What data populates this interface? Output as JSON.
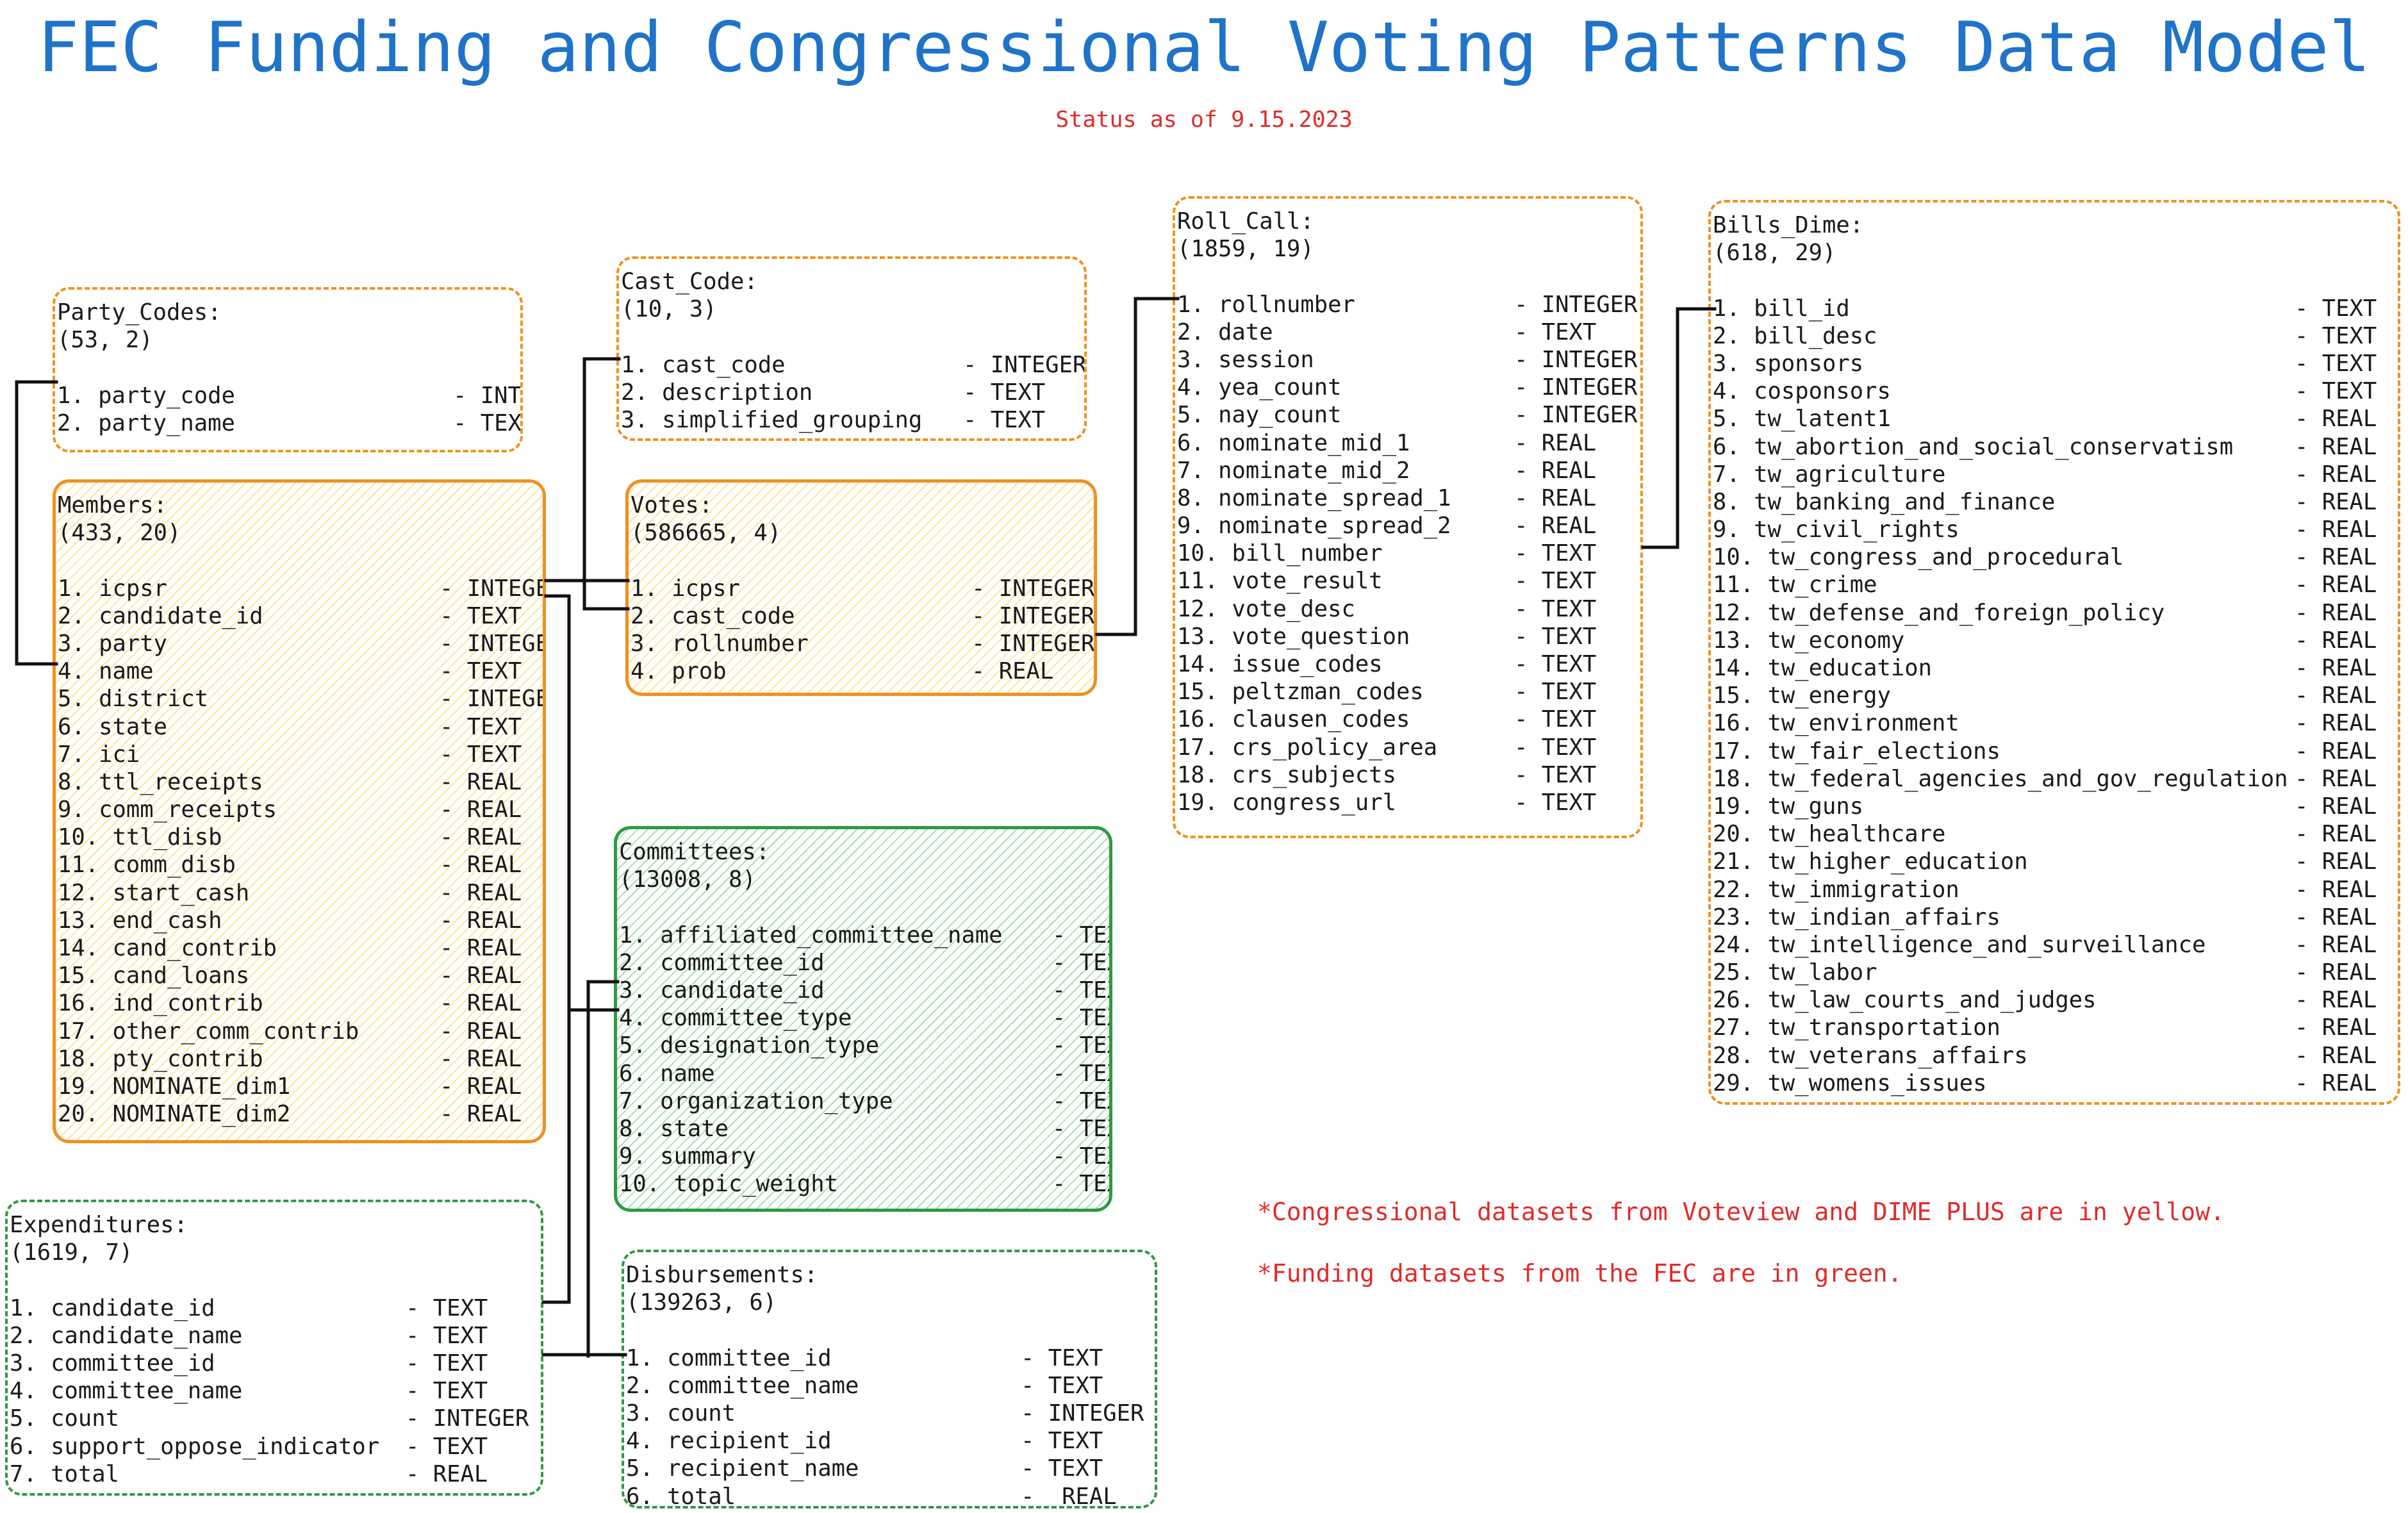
{
  "title": "FEC Funding and Congressional Voting Patterns Data Model",
  "subtitle": "Status as of 9.15.2023",
  "colors": {
    "title": "#1f73c8",
    "subtitle": "#e02a2a",
    "notes": "#e02a2a",
    "congressional_border": "#f0901e",
    "congressional_fill": "#fbe79c",
    "funding_border": "#2f9a44",
    "funding_fill": "#a7e0b5",
    "connector": "#111111"
  },
  "tables": {
    "party_codes": {
      "name": "Party_Codes:",
      "shape": "(53, 2)",
      "fields": [
        {
          "name": "1. party_code",
          "type": "- INTEGER"
        },
        {
          "name": "2. party_name",
          "type": "- TEXT"
        }
      ]
    },
    "members": {
      "name": "Members:",
      "shape": "(433, 20)",
      "fields": [
        {
          "name": "1. icpsr",
          "type": "- INTEGER"
        },
        {
          "name": "2. candidate_id",
          "type": "- TEXT"
        },
        {
          "name": "3. party",
          "type": "- INTEGER"
        },
        {
          "name": "4. name",
          "type": "- TEXT"
        },
        {
          "name": "5. district",
          "type": "- INTEGER"
        },
        {
          "name": "6. state",
          "type": "- TEXT"
        },
        {
          "name": "7. ici",
          "type": "- TEXT"
        },
        {
          "name": "8. ttl_receipts",
          "type": "- REAL"
        },
        {
          "name": "9. comm_receipts",
          "type": "- REAL"
        },
        {
          "name": "10. ttl_disb",
          "type": "- REAL"
        },
        {
          "name": "11. comm_disb",
          "type": "- REAL"
        },
        {
          "name": "12. start_cash",
          "type": "- REAL"
        },
        {
          "name": "13. end_cash",
          "type": "- REAL"
        },
        {
          "name": "14. cand_contrib",
          "type": "- REAL"
        },
        {
          "name": "15. cand_loans",
          "type": "- REAL"
        },
        {
          "name": "16. ind_contrib",
          "type": "- REAL"
        },
        {
          "name": "17. other_comm_contrib",
          "type": "- REAL"
        },
        {
          "name": "18. pty_contrib",
          "type": "- REAL"
        },
        {
          "name": "19. NOMINATE_dim1",
          "type": "- REAL"
        },
        {
          "name": "20. NOMINATE_dim2",
          "type": "- REAL"
        }
      ]
    },
    "expenditures": {
      "name": "Expenditures:",
      "shape": "(1619, 7)",
      "fields": [
        {
          "name": "1. candidate_id",
          "type": "- TEXT"
        },
        {
          "name": "2. candidate_name",
          "type": "- TEXT"
        },
        {
          "name": "3. committee_id",
          "type": "- TEXT"
        },
        {
          "name": "4. committee_name",
          "type": "- TEXT"
        },
        {
          "name": "5. count",
          "type": "- INTEGER"
        },
        {
          "name": "6. support_oppose_indicator",
          "type": "- TEXT"
        },
        {
          "name": "7. total",
          "type": "- REAL"
        }
      ]
    },
    "cast_code": {
      "name": "Cast_Code:",
      "shape": "(10, 3)",
      "fields": [
        {
          "name": "1. cast_code",
          "type": "- INTEGER"
        },
        {
          "name": "2. description",
          "type": "- TEXT"
        },
        {
          "name": "3. simplified_grouping",
          "type": "- TEXT"
        }
      ]
    },
    "votes": {
      "name": "Votes:",
      "shape": "(586665, 4)",
      "fields": [
        {
          "name": "1. icpsr",
          "type": "- INTEGER"
        },
        {
          "name": "2. cast_code",
          "type": "- INTEGER"
        },
        {
          "name": "3. rollnumber",
          "type": "- INTEGER"
        },
        {
          "name": "4. prob",
          "type": "- REAL"
        }
      ]
    },
    "committees": {
      "name": "Committees:",
      "shape": "(13008, 8)",
      "fields": [
        {
          "name": "1. affiliated_committee_name",
          "type": "- TEXT"
        },
        {
          "name": "2. committee_id",
          "type": "- TEXT"
        },
        {
          "name": "3. candidate_id",
          "type": "- TEXT"
        },
        {
          "name": "4. committee_type",
          "type": "- TEXT"
        },
        {
          "name": "5. designation_type",
          "type": "- TEXT"
        },
        {
          "name": "6. name",
          "type": "- TEXT"
        },
        {
          "name": "7. organization_type",
          "type": "- TEXT"
        },
        {
          "name": "8. state",
          "type": "- TEXT"
        },
        {
          "name": "9. summary",
          "type": "- TEXT"
        },
        {
          "name": "10. topic_weight",
          "type": "- TEXT"
        }
      ]
    },
    "disbursements": {
      "name": "Disbursements:",
      "shape": "(139263, 6)",
      "fields": [
        {
          "name": "1. committee_id",
          "type": "- TEXT"
        },
        {
          "name": "2. committee_name",
          "type": "- TEXT"
        },
        {
          "name": "3. count",
          "type": "- INTEGER"
        },
        {
          "name": "4. recipient_id",
          "type": "- TEXT"
        },
        {
          "name": "5. recipient_name",
          "type": "- TEXT"
        },
        {
          "name": "6. total",
          "type": "-  REAL"
        }
      ]
    },
    "roll_call": {
      "name": "Roll_Call:",
      "shape": "(1859, 19)",
      "fields": [
        {
          "name": "1. rollnumber",
          "type": "- INTEGER"
        },
        {
          "name": "2. date",
          "type": "- TEXT"
        },
        {
          "name": "3. session",
          "type": "- INTEGER"
        },
        {
          "name": "4. yea_count",
          "type": "- INTEGER"
        },
        {
          "name": "5. nay_count",
          "type": "- INTEGER"
        },
        {
          "name": "6. nominate_mid_1",
          "type": "- REAL"
        },
        {
          "name": "7. nominate_mid_2",
          "type": "- REAL"
        },
        {
          "name": "8. nominate_spread_1",
          "type": "- REAL"
        },
        {
          "name": "9. nominate_spread_2",
          "type": "- REAL"
        },
        {
          "name": "10. bill_number",
          "type": "- TEXT"
        },
        {
          "name": "11. vote_result",
          "type": "- TEXT"
        },
        {
          "name": "12. vote_desc",
          "type": "- TEXT"
        },
        {
          "name": "13. vote_question",
          "type": "- TEXT"
        },
        {
          "name": "14. issue_codes",
          "type": "- TEXT"
        },
        {
          "name": "15. peltzman_codes",
          "type": "- TEXT"
        },
        {
          "name": "16. clausen_codes",
          "type": "- TEXT"
        },
        {
          "name": "17. crs_policy_area",
          "type": "- TEXT"
        },
        {
          "name": "18. crs_subjects",
          "type": "- TEXT"
        },
        {
          "name": "19. congress_url",
          "type": "- TEXT"
        }
      ]
    },
    "bills_dime": {
      "name": "Bills_Dime:",
      "shape": "(618, 29)",
      "fields": [
        {
          "name": "1. bill_id",
          "type": "- TEXT"
        },
        {
          "name": "2. bill_desc",
          "type": "- TEXT"
        },
        {
          "name": "3. sponsors",
          "type": "- TEXT"
        },
        {
          "name": "4. cosponsors",
          "type": "- TEXT"
        },
        {
          "name": "5. tw_latent1",
          "type": "- REAL"
        },
        {
          "name": "6. tw_abortion_and_social_conservatism",
          "type": "- REAL"
        },
        {
          "name": "7. tw_agriculture",
          "type": "- REAL"
        },
        {
          "name": "8. tw_banking_and_finance",
          "type": "- REAL"
        },
        {
          "name": "9. tw_civil_rights",
          "type": "- REAL"
        },
        {
          "name": "10. tw_congress_and_procedural",
          "type": "- REAL"
        },
        {
          "name": "11. tw_crime",
          "type": "- REAL"
        },
        {
          "name": "12. tw_defense_and_foreign_policy",
          "type": "- REAL"
        },
        {
          "name": "13. tw_economy",
          "type": "- REAL"
        },
        {
          "name": "14. tw_education",
          "type": "- REAL"
        },
        {
          "name": "15. tw_energy",
          "type": "- REAL"
        },
        {
          "name": "16. tw_environment",
          "type": "- REAL"
        },
        {
          "name": "17. tw_fair_elections",
          "type": "- REAL"
        },
        {
          "name": "18. tw_federal_agencies_and_gov_regulation",
          "type": "- REAL"
        },
        {
          "name": "19. tw_guns",
          "type": "- REAL"
        },
        {
          "name": "20. tw_healthcare",
          "type": "- REAL"
        },
        {
          "name": "21. tw_higher_education",
          "type": "- REAL"
        },
        {
          "name": "22. tw_immigration",
          "type": "- REAL"
        },
        {
          "name": "23. tw_indian_affairs",
          "type": "- REAL"
        },
        {
          "name": "24. tw_intelligence_and_surveillance",
          "type": "- REAL"
        },
        {
          "name": "25. tw_labor",
          "type": "- REAL"
        },
        {
          "name": "26. tw_law_courts_and_judges",
          "type": "- REAL"
        },
        {
          "name": "27. tw_transportation",
          "type": "- REAL"
        },
        {
          "name": "28. tw_veterans_affairs",
          "type": "- REAL"
        },
        {
          "name": "29. tw_womens_issues",
          "type": "- REAL"
        }
      ]
    }
  },
  "notes": [
    "*Congressional datasets from Voteview and DIME PLUS are in yellow.",
    "*Funding datasets from the FEC are in green."
  ]
}
